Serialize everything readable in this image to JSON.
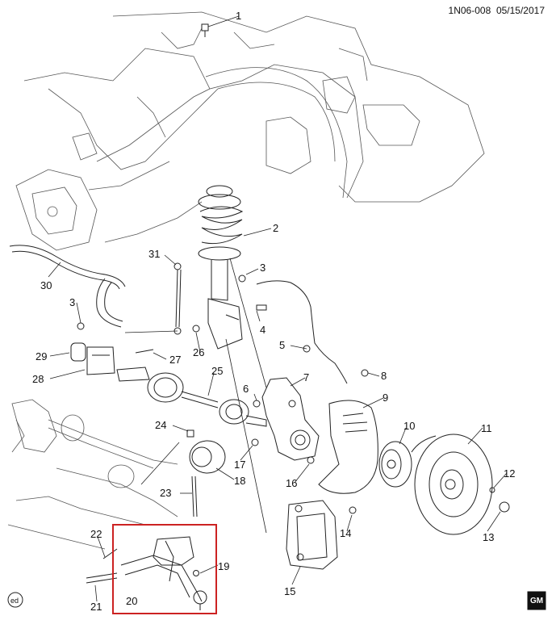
{
  "header": {
    "doc_code": "1N06-008",
    "date": "05/15/2017"
  },
  "callouts": [
    {
      "id": "c1",
      "label": "1"
    },
    {
      "id": "c2",
      "label": "2"
    },
    {
      "id": "c3a",
      "label": "3"
    },
    {
      "id": "c3b",
      "label": "3"
    },
    {
      "id": "c4",
      "label": "4"
    },
    {
      "id": "c5",
      "label": "5"
    },
    {
      "id": "c6",
      "label": "6"
    },
    {
      "id": "c7",
      "label": "7"
    },
    {
      "id": "c8",
      "label": "8"
    },
    {
      "id": "c9",
      "label": "9"
    },
    {
      "id": "c10",
      "label": "10"
    },
    {
      "id": "c11",
      "label": "11"
    },
    {
      "id": "c12",
      "label": "12"
    },
    {
      "id": "c13",
      "label": "13"
    },
    {
      "id": "c14",
      "label": "14"
    },
    {
      "id": "c15",
      "label": "15"
    },
    {
      "id": "c16",
      "label": "16"
    },
    {
      "id": "c17",
      "label": "17"
    },
    {
      "id": "c18",
      "label": "18"
    },
    {
      "id": "c19",
      "label": "19"
    },
    {
      "id": "c20",
      "label": "20"
    },
    {
      "id": "c21",
      "label": "21"
    },
    {
      "id": "c22",
      "label": "22"
    },
    {
      "id": "c23",
      "label": "23"
    },
    {
      "id": "c24",
      "label": "24"
    },
    {
      "id": "c25",
      "label": "25"
    },
    {
      "id": "c26",
      "label": "26"
    },
    {
      "id": "c27",
      "label": "27"
    },
    {
      "id": "c28",
      "label": "28"
    },
    {
      "id": "c29",
      "label": "29"
    },
    {
      "id": "c30",
      "label": "30"
    },
    {
      "id": "c31",
      "label": "31"
    }
  ],
  "badges": {
    "ed_badge": "ed",
    "gm_logo": "GM"
  },
  "colors": {
    "line": "#222222",
    "highlight_box": "#cc2222",
    "background": "#ffffff"
  }
}
